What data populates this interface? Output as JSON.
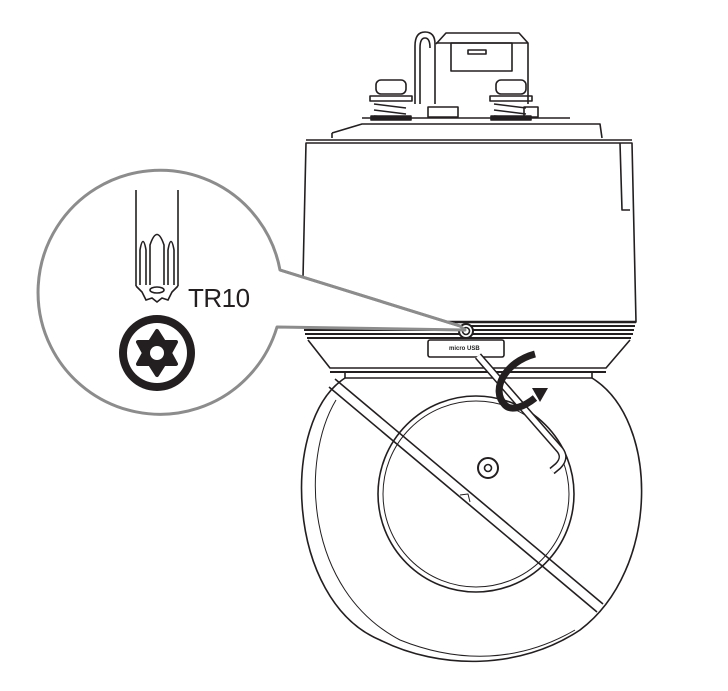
{
  "diagram": {
    "type": "installation-illustration",
    "subject": "PTZ dome camera housing",
    "callout": {
      "tool_label": "TR10",
      "tool": "torx-screwdriver-bit",
      "screw_head": "torx-tamper-resistant"
    },
    "markings": {
      "port_label": "micro USB"
    },
    "indicators": {
      "rotation_arrow": "rotate-counterclockwise",
      "prohibited_slash": "do-not-touch-dome"
    },
    "colors": {
      "line": "#231f20",
      "callout_outline": "#8c8c8c",
      "background": "#ffffff"
    }
  }
}
